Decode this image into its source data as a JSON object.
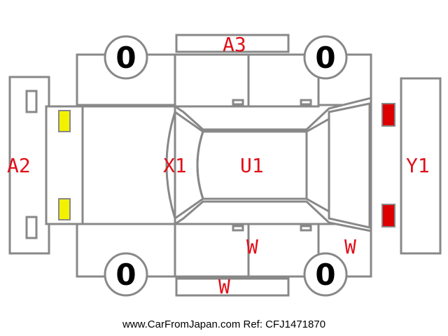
{
  "colors": {
    "outline": "#888888",
    "damage_code": "#e0101a",
    "front_lamp": "#f2f200",
    "rear_lamp": "#dd0000"
  },
  "tires": {
    "front_left": "0",
    "rear_left": "0",
    "front_right": "0",
    "rear_right": "0"
  },
  "codes": {
    "left_bumper": "A2",
    "top_panel": "A3",
    "hood": "X1",
    "roof": "U1",
    "right_bumper": "Y1",
    "bottom_door": "W",
    "bottom_rear_door": "W",
    "bottom_sill": "W"
  },
  "footer": "www.CarFromJapan.com Ref: CFJ1471870"
}
